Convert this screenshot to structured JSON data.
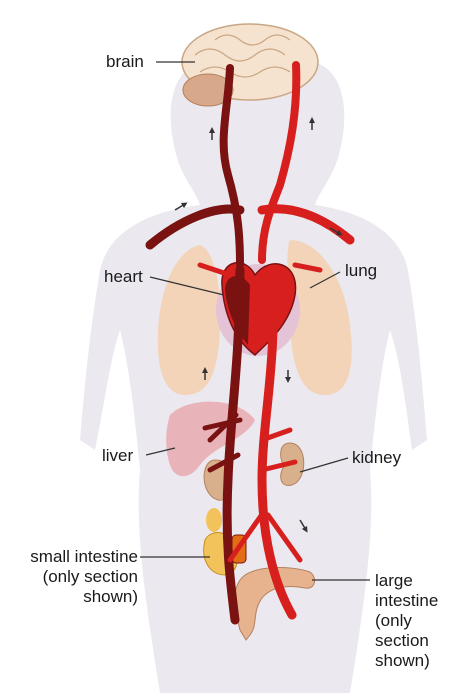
{
  "labels": {
    "brain": "brain",
    "heart": "heart",
    "lung": "lung",
    "liver": "liver",
    "kidney": "kidney",
    "small_intestine": [
      "small intestine",
      "(only section",
      "shown)"
    ],
    "large_intestine": [
      "large",
      "intestine",
      "(only",
      "section",
      "shown)"
    ]
  },
  "colors": {
    "body": "#ebe9ef",
    "artery": "#d7201e",
    "vein": "#7a1212",
    "brain": "#f6e3cf",
    "lung": "#f3d4b8",
    "liver": "#e9b3ba",
    "kidney": "#d9b08c",
    "small_intestine": "#f2c35b",
    "large_intestine": "#e7b38e",
    "heart_bg": "#e5c3d6"
  }
}
